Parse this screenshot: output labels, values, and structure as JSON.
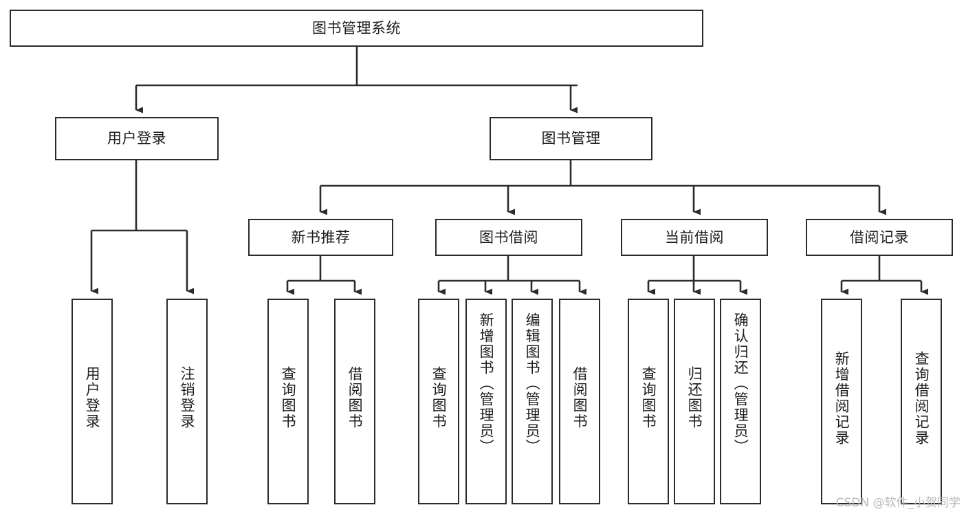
{
  "diagram": {
    "title": "图书管理系统",
    "watermark": "CSDN @软件_小贺同学",
    "colors": {
      "box_border": "#2b2b2b",
      "connector": "#2b2b2b",
      "text": "#1d1d1d",
      "background": "#ffffff",
      "watermark": "#b9b9b9"
    },
    "root": {
      "label": "图书管理系统"
    },
    "level1": [
      {
        "label": "用户登录"
      },
      {
        "label": "图书管理"
      }
    ],
    "level2": [
      {
        "label": "新书推荐"
      },
      {
        "label": "图书借阅"
      },
      {
        "label": "当前借阅"
      },
      {
        "label": "借阅记录"
      }
    ],
    "leaves": {
      "user_login": [
        {
          "label": "用户登录"
        },
        {
          "label": "注销登录"
        }
      ],
      "new_book_recommend": [
        {
          "label": "查询图书"
        },
        {
          "label": "借阅图书"
        }
      ],
      "book_borrow": [
        {
          "label": "查询图书"
        },
        {
          "label": "新增图书（管理员）"
        },
        {
          "label": "编辑图书（管理员）"
        },
        {
          "label": "借阅图书"
        }
      ],
      "current_borrow": [
        {
          "label": "查询图书"
        },
        {
          "label": "归还图书"
        },
        {
          "label": "确认归还（管理员）"
        }
      ],
      "borrow_record": [
        {
          "label": "新增借阅记录"
        },
        {
          "label": "查询借阅记录"
        }
      ]
    }
  }
}
